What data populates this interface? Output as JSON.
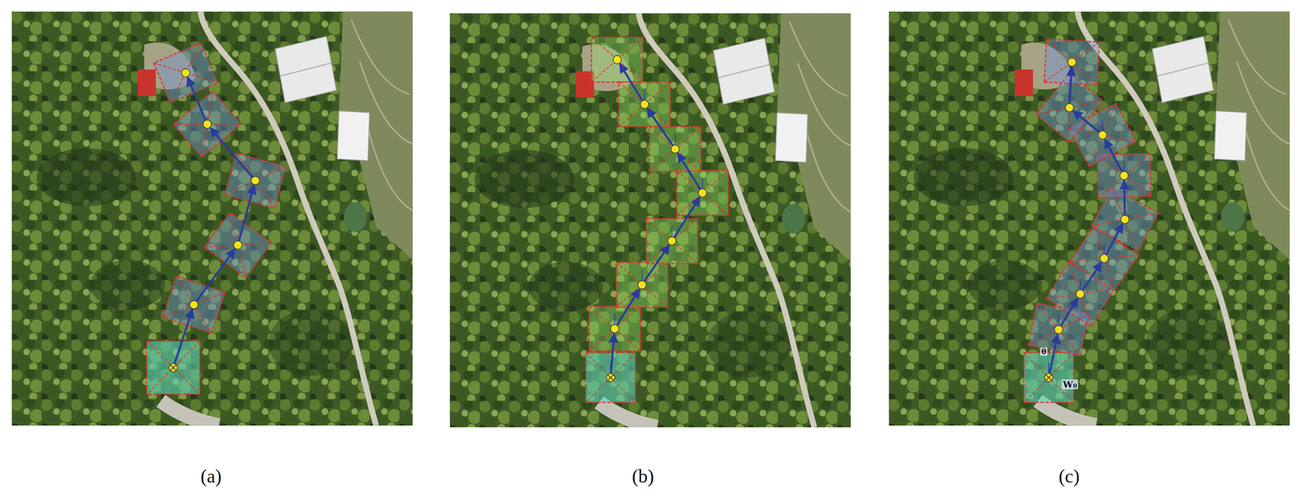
{
  "diagram": {
    "labels": [
      "(a)",
      "(b)",
      "(c)",
      "θ",
      "W₀"
    ]
  }
}
